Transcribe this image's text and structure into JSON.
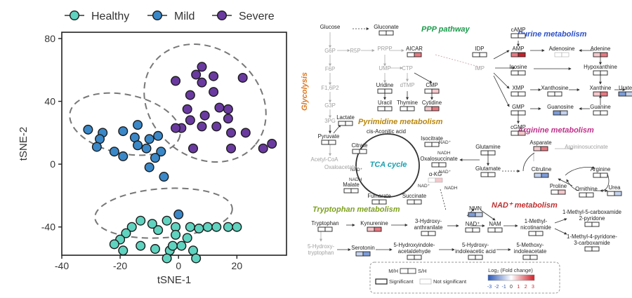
{
  "chart_data": {
    "type": "scatter",
    "xlabel": "tSNE-1",
    "ylabel": "tSNE-2",
    "xlim": [
      -40,
      37
    ],
    "ylim": [
      -58,
      84
    ],
    "xticks": [
      -40,
      -20,
      0,
      20
    ],
    "yticks": [
      -40,
      0,
      40,
      80
    ],
    "grid": false,
    "legend": "top",
    "series": [
      {
        "name": "Healthy",
        "color": "#5fd3bf",
        "points": [
          [
            -1,
            -40
          ],
          [
            -1,
            -45
          ],
          [
            -4,
            -36
          ],
          [
            -7,
            -42
          ],
          [
            -9,
            -38
          ],
          [
            -13,
            -36
          ],
          [
            -16,
            -40
          ],
          [
            -18,
            -44
          ],
          [
            -20,
            -48
          ],
          [
            -22,
            -51
          ],
          [
            -19,
            -55
          ],
          [
            -13,
            -52
          ],
          [
            -8,
            -54
          ],
          [
            -3,
            -55
          ],
          [
            1,
            -52
          ],
          [
            3,
            -47
          ],
          [
            4,
            -40
          ],
          [
            7,
            -41
          ],
          [
            10,
            -40
          ],
          [
            13,
            -40
          ],
          [
            17,
            -40
          ],
          [
            20,
            -40
          ],
          [
            5,
            -55
          ],
          [
            6,
            -60
          ],
          [
            -4,
            -60
          ],
          [
            -2,
            -52
          ]
        ]
      },
      {
        "name": "Mild",
        "color": "#3a88c8",
        "points": [
          [
            -31,
            22
          ],
          [
            -26,
            20
          ],
          [
            -27,
            16
          ],
          [
            -28,
            11
          ],
          [
            -19,
            21
          ],
          [
            -14,
            25
          ],
          [
            -15,
            17
          ],
          [
            -14,
            12
          ],
          [
            -10,
            16
          ],
          [
            -7,
            18
          ],
          [
            -11,
            10
          ],
          [
            -6,
            8
          ],
          [
            -8,
            4
          ],
          [
            -19,
            5
          ],
          [
            -22,
            8
          ],
          [
            -10,
            -2
          ],
          [
            -5,
            -8
          ],
          [
            0,
            -32
          ]
        ]
      },
      {
        "name": "Severe",
        "color": "#6a3aa0",
        "points": [
          [
            3,
            35
          ],
          [
            -1,
            53
          ],
          [
            6,
            57
          ],
          [
            8,
            62
          ],
          [
            8,
            52
          ],
          [
            4,
            44
          ],
          [
            12,
            56
          ],
          [
            12,
            46
          ],
          [
            14,
            36
          ],
          [
            22,
            55
          ],
          [
            9,
            31
          ],
          [
            4,
            28
          ],
          [
            8,
            24
          ],
          [
            13,
            24
          ],
          [
            18,
            20
          ],
          [
            23,
            20
          ],
          [
            29,
            10
          ],
          [
            32,
            13
          ],
          [
            18,
            10
          ],
          [
            5,
            10
          ],
          [
            1,
            23
          ],
          [
            -1,
            23
          ],
          [
            17,
            29
          ],
          [
            17,
            35
          ]
        ]
      }
    ]
  },
  "pathway": {
    "title": "metabolic pathway map",
    "sections": {
      "ppp": "PPP pathway",
      "purine": "Purine metabolism",
      "glycolysis": "Glycolysis",
      "pyrimidine": "Pyrimidine metabolism",
      "arginine": "Arginine metabolism",
      "tca": "TCA cycle",
      "tryptophan": "Tryptophan metabolism",
      "nad": "NAD⁺ metabolism"
    },
    "metabolites": {
      "glucose": "Glucose",
      "gluconate": "Gluconate",
      "g6p": "G6P",
      "r5p": "R5P",
      "prpp": "PRPP",
      "aicar": "AICAR",
      "f6p": "F6P",
      "f16p2": "F1,6P2",
      "g3p": "G3P",
      "pg3": "3PG",
      "lactate": "Lactate",
      "pyruvate": "Pyruvate",
      "acetylcoa": "Acetyl-CoA",
      "oxaloacetate": "Oxaloacetate",
      "citrate": "Citrate",
      "cisaconitic": "cis-Aconitic acid",
      "isocitrate": "Isocitrate",
      "oxalosuccinate": "Oxalosuccinate",
      "akg": "α-KG",
      "succinate": "Succinate",
      "fumarate": "Fumarate",
      "malate": "Malate",
      "ump": "UMP",
      "ctp": "CTP",
      "uridine": "Uridine",
      "dtmp": "dTMP",
      "cmp": "CMP",
      "uracil": "Uracil",
      "thymine": "Thymine",
      "cytidine": "Cytidine",
      "camp": "cAMP",
      "idp": "IDP",
      "amp": "AMP",
      "imp": "IMP",
      "adenosine": "Adenosine",
      "adenine": "Adenine",
      "inosine": "Inosine",
      "hypoxanthine": "Hypoxanthine",
      "xmp": "XMP",
      "xanthosine": "Xanthosine",
      "xanthine": "Xanthine",
      "urate": "Urate",
      "gmp": "GMP",
      "guanosine": "Guanosine",
      "guanine": "Guanine",
      "cgmp": "cGMP",
      "asparate": "Asparate",
      "argininosuccinate": "Argininosuccinate",
      "glutamine": "Glutamine",
      "glutamate": "Glutamate",
      "citruline": "Citruline",
      "arginine": "Arginine",
      "proline": "Proline",
      "ornithine": "Ornithine",
      "urea": "Urea",
      "tryptophan": "Tryptophan",
      "kynurenine": "Kynurenine",
      "hydroxyanthranilate": [
        "3-Hydroxy-",
        "anthranilate"
      ],
      "nad": "NAD⁺",
      "nmn": "NMN",
      "nam": "NAM",
      "methylnicotinamide": [
        "1-Methyl-",
        "nicotinamide"
      ],
      "m5c": [
        "1-Methyl-5-carboxamide",
        "2-pyridone"
      ],
      "m4c": [
        "1-Methyl-4-pyridone-",
        "3-carboxamide"
      ],
      "hydroxytryptophan": [
        "5-Hydroxy-",
        "tryptophan"
      ],
      "serotonin": "Serotonin",
      "hiaa_ald": [
        "5-Hydroxyindole-",
        "acetaldehyde"
      ],
      "hiaa": [
        "5-Hydroxy-",
        "indoleacetic acid"
      ],
      "mia": [
        "5-Methoxy-",
        "indoleacetate"
      ]
    },
    "cofactors": {
      "nad": "NAD⁺",
      "nadh": "NADH"
    },
    "legend": {
      "mh": "M/H",
      "sh": "S/H",
      "significant": "Significant",
      "not_significant": "Not significant",
      "scale_title": "Log₂ (Fold change)",
      "scale_ticks": [
        "-3",
        "-2",
        "-1",
        "0",
        "1",
        "2",
        "3"
      ]
    }
  }
}
